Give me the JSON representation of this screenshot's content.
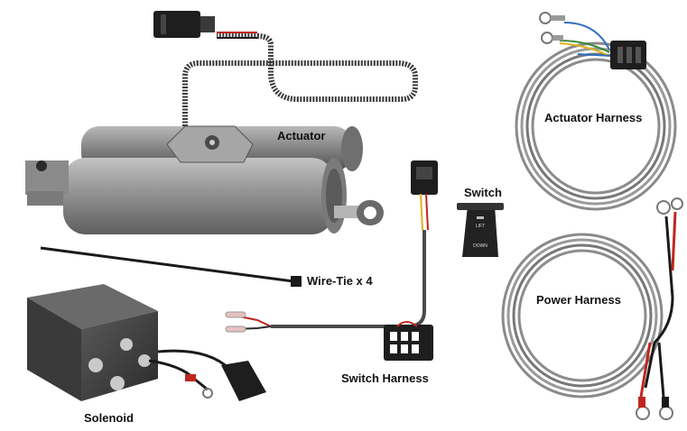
{
  "labels": {
    "actuator": "Actuator",
    "switch": "Switch",
    "actuator_harness": "Actuator Harness",
    "wire_tie": "Wire-Tie x 4",
    "power_harness": "Power Harness",
    "switch_harness": "Switch Harness",
    "solenoid": "Solenoid"
  },
  "switch_text": [
    "LIFT",
    "DOWN"
  ],
  "colors": {
    "background": "#ffffff",
    "gray_body": "#9a9a9a",
    "dark_gray": "#4a4a4a",
    "black": "#1a1a1a",
    "wire_red": "#c0261f",
    "wire_blue": "#2f6fc0",
    "wire_yellow": "#e0b21a",
    "wire_green": "#3a8a3a"
  },
  "icons": [
    "actuator-icon",
    "switch-icon",
    "coiled-harness-icon",
    "wire-tie-icon",
    "solenoid-icon",
    "connector-icon",
    "ring-terminal-icon"
  ]
}
